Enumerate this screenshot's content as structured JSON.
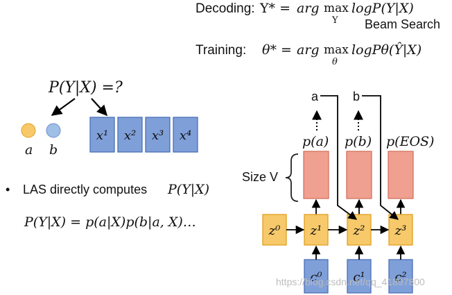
{
  "equations": {
    "decoding_label": "Decoding:",
    "decoding_lhs": "Y* = ",
    "decoding_arg": "arg",
    "decoding_max": "max",
    "decoding_max_sub": "Y",
    "decoding_rhs": "logP(Y|X)",
    "beam_search": "Beam Search",
    "training_label": "Training:",
    "training_lhs": "θ* = ",
    "training_arg": "arg",
    "training_max": "max",
    "training_max_sub": "θ",
    "training_rhs": "logPθ(Ŷ|X)"
  },
  "left": {
    "question": "P(Y|X) =?",
    "token_a": "a",
    "token_b": "b",
    "inputs": [
      "x¹",
      "x²",
      "x³",
      "x⁴"
    ],
    "bullet_marker": "•",
    "bullet_text": "LAS directly computes ",
    "bullet_math": "P(Y|X)",
    "product_equation": "P(Y|X) = p(a|X)p(b|a, X)…"
  },
  "decoder": {
    "outputs": [
      "a",
      "b"
    ],
    "prob_labels": [
      "p(a)",
      "p(b)",
      "p(EOS)"
    ],
    "size_label": "Size V",
    "states": [
      "z⁰",
      "z¹",
      "z²",
      "z³"
    ],
    "contexts": [
      "c⁰",
      "c¹",
      "c²"
    ]
  },
  "watermark": "https://blog.csdn.net/qq_41897800",
  "colors": {
    "blue_fill": "#7f9fd9",
    "blue_stroke": "#4a6fb5",
    "orange_fill": "#f7c96a",
    "orange_stroke": "#e0a020",
    "red_fill": "#f0a090",
    "red_stroke": "#d06a55",
    "circle_orange": "#f7c96a",
    "circle_blue": "#9fbfe6"
  }
}
